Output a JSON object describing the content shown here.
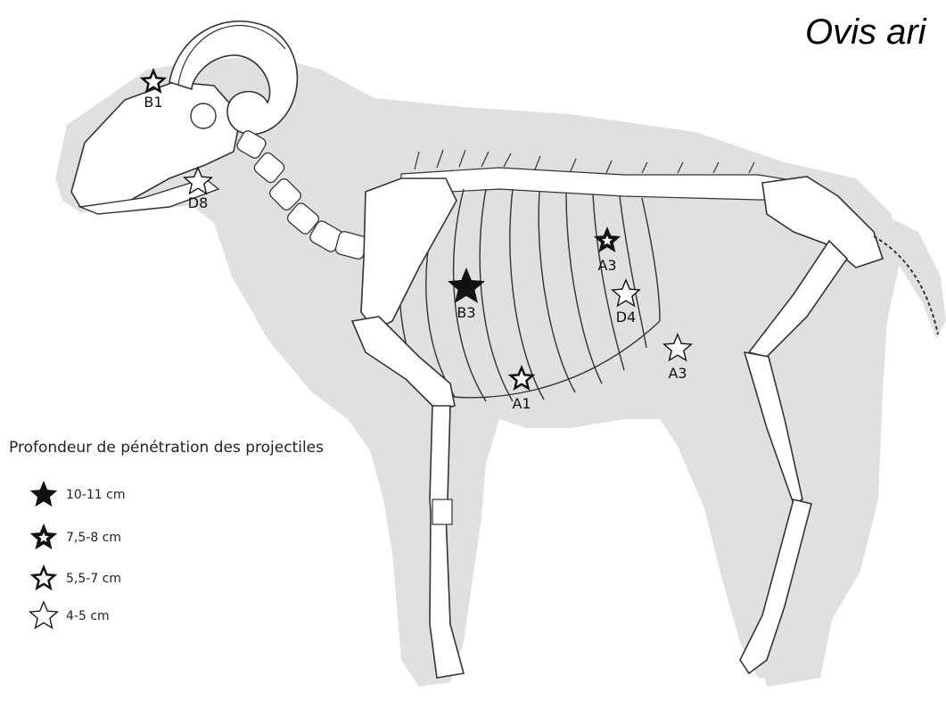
{
  "title": "Ovis ari",
  "legend": {
    "title": "Profondeur de pénétration des projectiles",
    "items": [
      {
        "style": "solid",
        "label": "10-11 cm"
      },
      {
        "style": "thick",
        "label": "7,5-8 cm"
      },
      {
        "style": "medium",
        "label": "5,5-7 cm"
      },
      {
        "style": "outline",
        "label": "4-5 cm"
      }
    ]
  },
  "markers": [
    {
      "id": "B1",
      "label": "B1",
      "style": "medium"
    },
    {
      "id": "D8",
      "label": "D8",
      "style": "outline"
    },
    {
      "id": "A3-top",
      "label": "A3",
      "style": "thick"
    },
    {
      "id": "B3",
      "label": "B3",
      "style": "solid"
    },
    {
      "id": "D4",
      "label": "D4",
      "style": "outline"
    },
    {
      "id": "A3-belly",
      "label": "A3",
      "style": "outline"
    },
    {
      "id": "A1",
      "label": "A1",
      "style": "medium"
    }
  ],
  "colors": {
    "silhouette": "#e0e0e0",
    "bone": "#ffffff",
    "bone_outline": "#333333",
    "star": "#111111"
  }
}
